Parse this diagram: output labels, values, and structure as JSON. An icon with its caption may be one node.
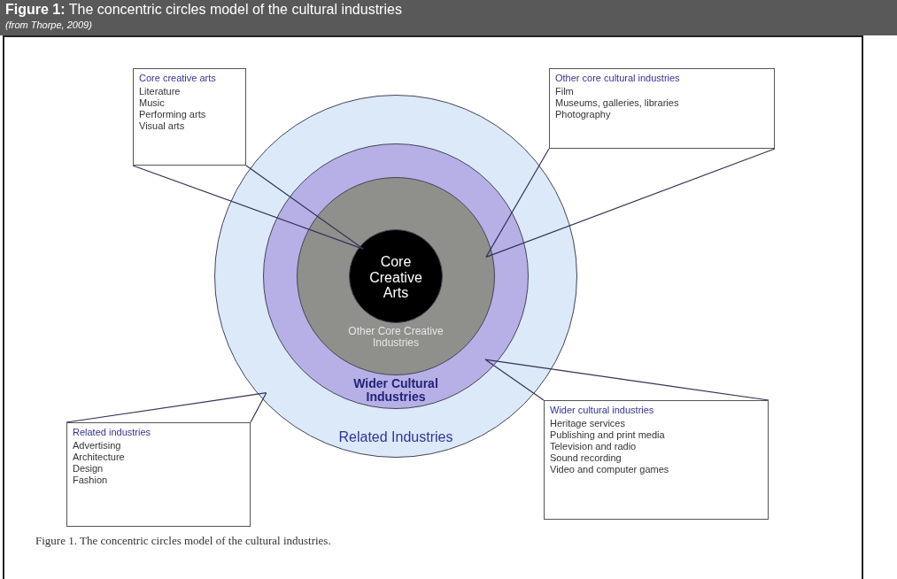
{
  "diagram": {
    "title": "**Figure 1:** The concentric circles model of the cultural industries",
    "caption": "Figure 1. The concentric circles model of the cultural industries.",
    "nodes": [
      {
        "text": [
          "Related Industries"
        ]
      },
      {
        "text": [
          "Wider Cultural Industries"
        ],
        "in": 0
      },
      {
        "text": [
          "Other Core Creative Industries"
        ],
        "in": 1
      },
      {
        "text": [
          "Core Creative Arts"
        ],
        "in": 2
      },
      {
        "text": [
          "Core creative arts",
          "Literature",
          "Music",
          "Performing arts",
          "Visual arts"
        ]
      },
      {
        "text": [
          "Other core cultural industries",
          "Film",
          "Museums, galleries, libraries",
          "Photography"
        ]
      },
      {
        "text": [
          "Related industries",
          "Advertising",
          "Architecture",
          "Design",
          "Fashion"
        ]
      },
      {
        "text": [
          "Wider cultural industries",
          "Heritage services",
          "Publishing and print media",
          "Television and radio",
          "Sound recording",
          "Video and computer games"
        ]
      }
    ],
    "edges": [
      {
        "from": 4,
        "to": 3,
        "arrow": "none"
      },
      {
        "from": 5,
        "to": 2,
        "arrow": "none"
      },
      {
        "from": 6,
        "to": 0,
        "arrow": "none"
      },
      {
        "from": 7,
        "to": 1,
        "arrow": "none"
      }
    ],
    "labels": [
      "(from Thorpe, 2009)"
    ]
  }
}
